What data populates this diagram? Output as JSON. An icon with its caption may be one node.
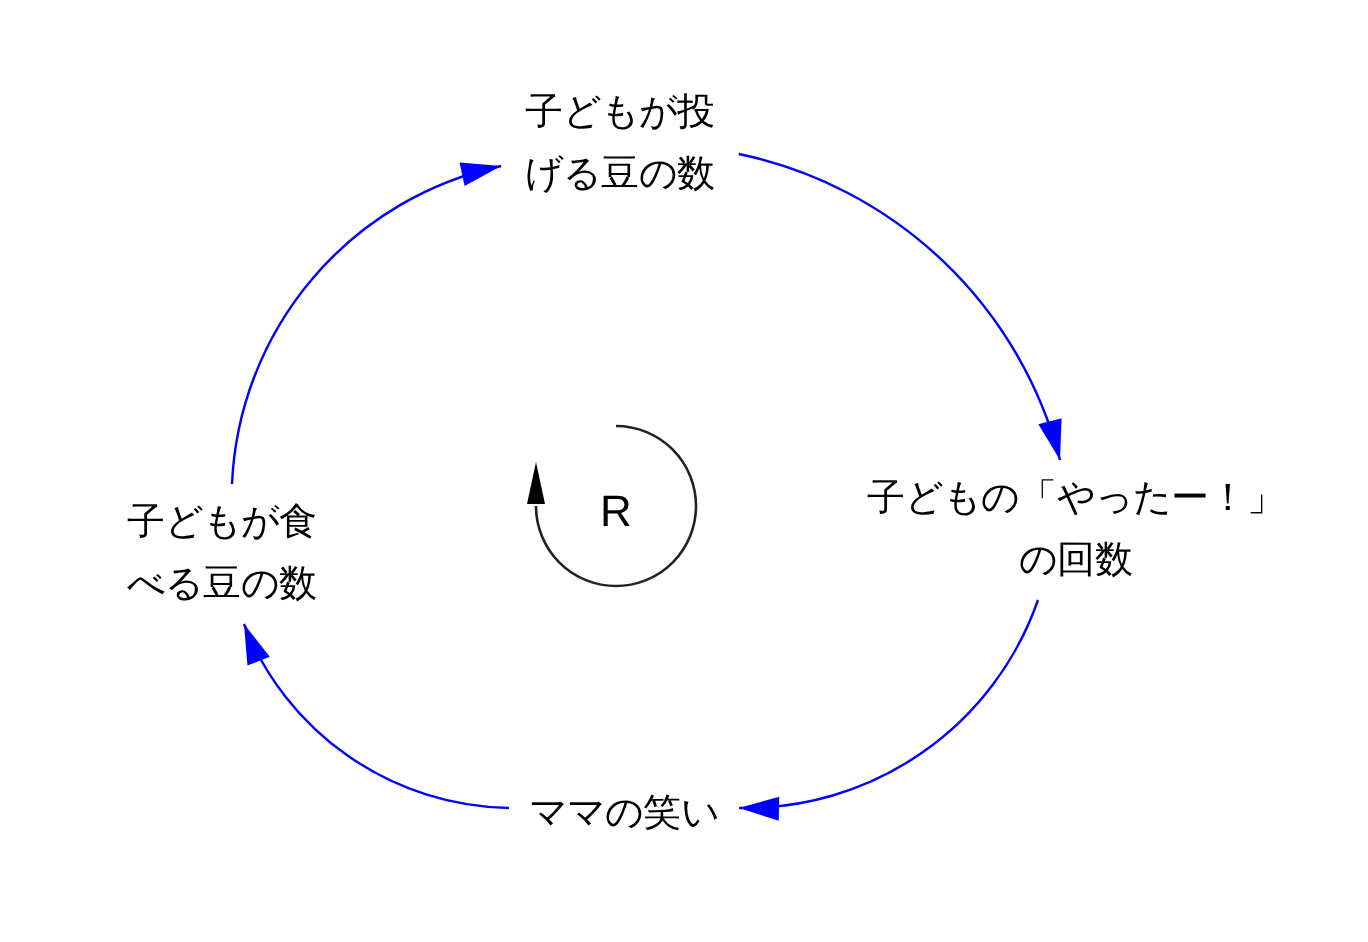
{
  "diagram": {
    "nodes": [
      {
        "text": [
          "子どもが投げる豆の数"
        ]
      },
      {
        "text": [
          "子どもの「やったー！」の回数"
        ]
      },
      {
        "text": [
          "ママの笑い"
        ]
      },
      {
        "text": [
          "子どもが食べる豆の数"
        ]
      }
    ],
    "edges": [
      {
        "from": 0,
        "to": 1,
        "arrow": "to"
      },
      {
        "from": 1,
        "to": 2,
        "arrow": "to"
      },
      {
        "from": 2,
        "to": 3,
        "arrow": "to"
      },
      {
        "from": 3,
        "to": 0,
        "arrow": "to"
      }
    ],
    "labels": [
      "R"
    ]
  }
}
